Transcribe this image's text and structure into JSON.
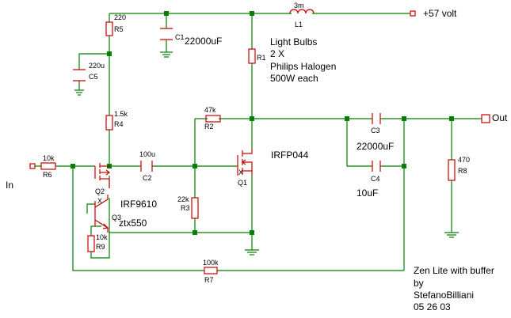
{
  "supply": {
    "label": "+57 volt"
  },
  "output": {
    "label": "Out"
  },
  "input": {
    "label": "In"
  },
  "load_note": {
    "line1": "Light Bulbs",
    "line2": "2 X",
    "line3": "Philips Halogen",
    "line4": "500W each"
  },
  "caption": {
    "line1": "Zen Lite with buffer",
    "line2": "by",
    "line3": "StefanoBilliani",
    "line4": "05 26 03"
  },
  "components": {
    "L1": {
      "ref": "L1",
      "value": "3m"
    },
    "R5": {
      "ref": "R5",
      "value": "220"
    },
    "C1": {
      "ref": "C1",
      "value": "22000uF"
    },
    "C5": {
      "ref": "C5",
      "value": "220u"
    },
    "R1": {
      "ref": "R1"
    },
    "R4": {
      "ref": "R4",
      "value": "1.5k"
    },
    "R2": {
      "ref": "R2",
      "value": "47k"
    },
    "C3": {
      "ref": "C3",
      "value": "22000uF"
    },
    "C4": {
      "ref": "C4",
      "value": "10uF"
    },
    "R8": {
      "ref": "R8",
      "value": "470"
    },
    "R6": {
      "ref": "R6",
      "value": "10k"
    },
    "C2": {
      "ref": "C2",
      "value": "100u"
    },
    "Q1": {
      "ref": "Q1",
      "value": "IRFP044",
      "mark": "X"
    },
    "Q2": {
      "ref": "Q2",
      "value": "IRF9610",
      "mark": "X"
    },
    "Q3": {
      "ref": "Q3",
      "value": "ztx550"
    },
    "R3": {
      "ref": "R3",
      "value": "22k"
    },
    "R9": {
      "ref": "R9",
      "value": "10k"
    },
    "R7": {
      "ref": "R7",
      "value": "100k"
    }
  }
}
